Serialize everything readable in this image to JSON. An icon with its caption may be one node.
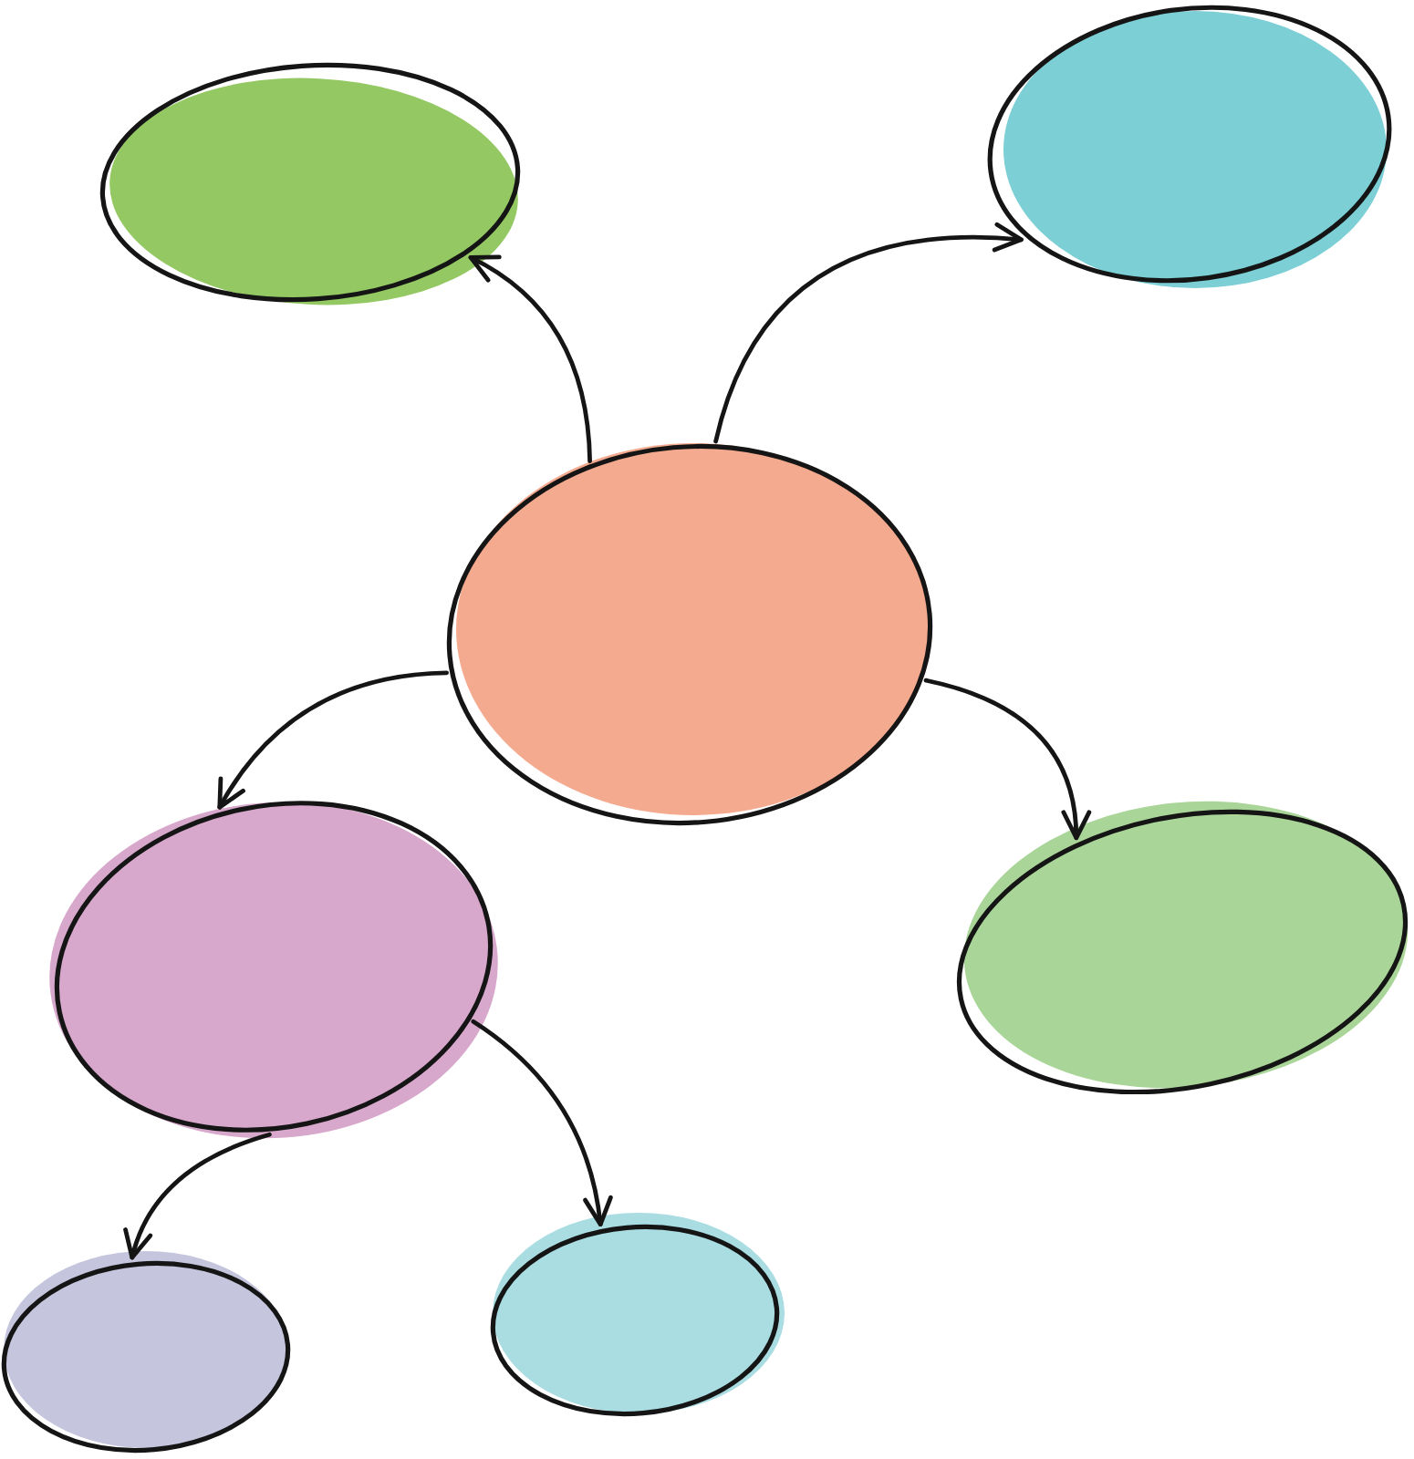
{
  "diagram": {
    "nodes": [
      {
        "text": [],
        "shape": "ellipse"
      },
      {
        "text": [],
        "shape": "ellipse"
      },
      {
        "text": [],
        "shape": "ellipse"
      },
      {
        "text": [],
        "shape": "ellipse"
      },
      {
        "text": [],
        "shape": "ellipse"
      },
      {
        "text": [],
        "shape": "ellipse"
      },
      {
        "text": [],
        "shape": "ellipse"
      }
    ],
    "edges": [
      {
        "from": 2,
        "to": 0,
        "arrow": "to"
      },
      {
        "from": 2,
        "to": 1,
        "arrow": "to"
      },
      {
        "from": 2,
        "to": 3,
        "arrow": "to"
      },
      {
        "from": 2,
        "to": 4,
        "arrow": "to"
      },
      {
        "from": 3,
        "to": 5,
        "arrow": "to"
      },
      {
        "from": 3,
        "to": 6,
        "arrow": "to"
      }
    ]
  }
}
